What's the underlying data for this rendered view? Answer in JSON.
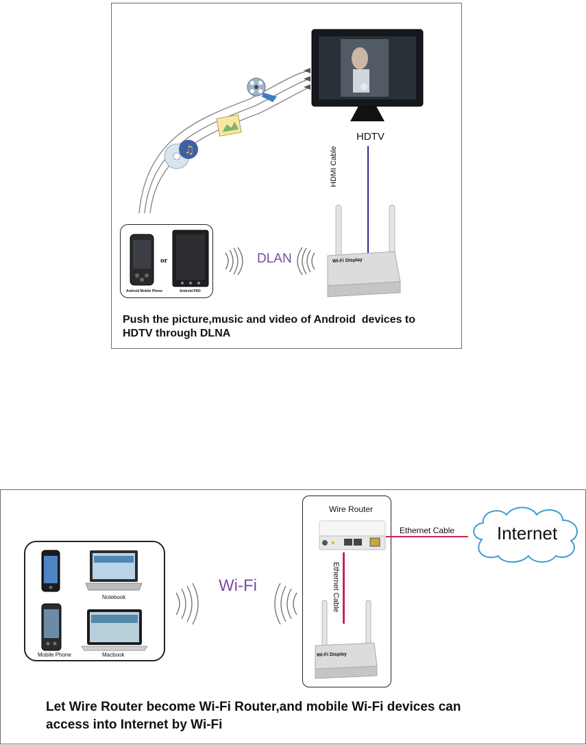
{
  "panel1": {
    "hdtv_label": "HDTV",
    "hdmi_label": "HDMI Cable",
    "dlan_label": "DLAN",
    "or_label": "or",
    "phone_label": "Android Mobile Phone",
    "pad_label": "Android PAD",
    "device_label": "Wi-Fi Display",
    "caption_line1": "Push the picture,music and video of Android  devices to",
    "caption_line2": "HDTV through DLNA"
  },
  "panel2": {
    "wire_router_label": "Wire Router",
    "ethernet_cable_h": "Ethernet Cable",
    "ethernet_cable_v": "Ethernet Cable",
    "internet_label": "Internet",
    "wifi_label": "Wi-Fi",
    "notebook_label": "Notebook",
    "macbook_label": "Macbook",
    "mobile_phone_label": "Mobile Phone",
    "device_label": "Wi-Fi Display",
    "caption_line1": "Let Wire Router become Wi-Fi Router,and mobile Wi-Fi devices can",
    "caption_line2": "access into Internet by Wi-Fi"
  },
  "colors": {
    "cable_blue": "#2b2a8c",
    "cable_red": "#c8244b",
    "cloud_blue": "#3b9bd0",
    "label_purple": "#7a4a9e"
  }
}
